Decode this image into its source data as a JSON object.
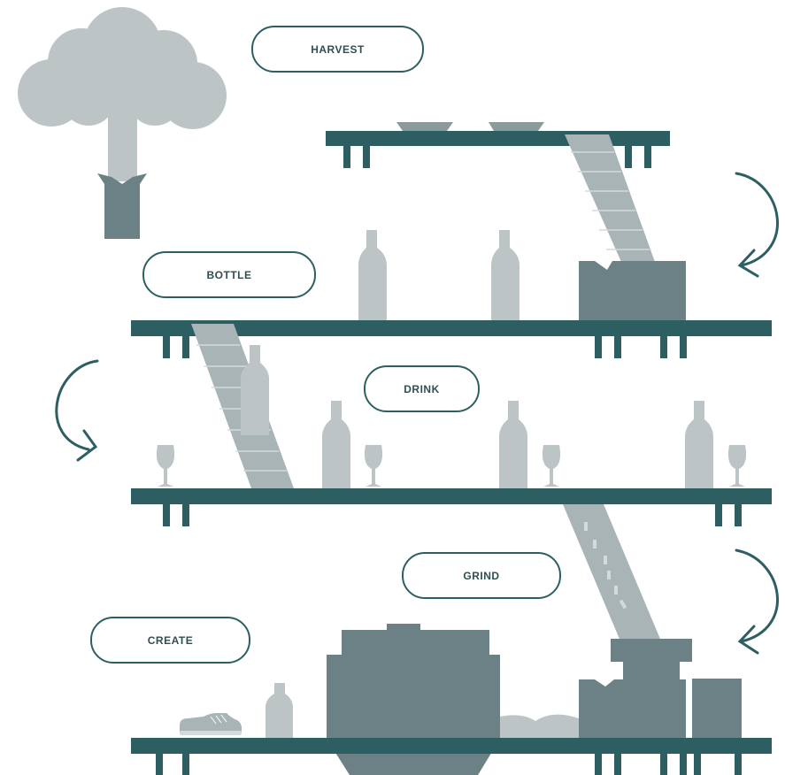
{
  "labels": {
    "harvest": "HARVEST",
    "bottle": "BOTTLE",
    "drink": "DRINK",
    "grind": "GRIND",
    "create": "CREATE"
  },
  "colors": {
    "shelf": "#2d5f62",
    "machine": "#6c8185",
    "light_grey": "#bcc4c6",
    "conveyor": "#a8b4b6",
    "label_border": "#2d5f62"
  }
}
